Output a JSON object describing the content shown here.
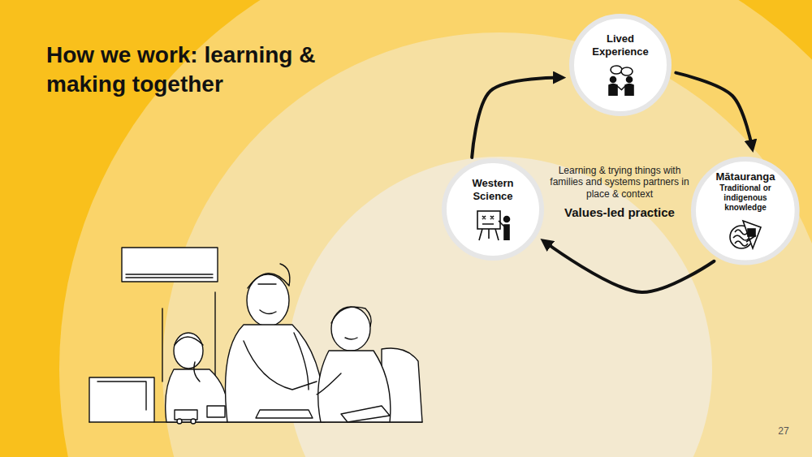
{
  "diagram": {
    "title": "How we work: learning & making together",
    "nodes": [
      {
        "text": [
          "Lived Experience"
        ]
      },
      {
        "text": [
          "Western Science"
        ]
      },
      {
        "text": [
          "Mātauranga",
          "Traditional or indigenous knowledge"
        ]
      }
    ],
    "edges": [
      {
        "from": 1,
        "to": 0,
        "arrow": "to"
      },
      {
        "from": 0,
        "to": 2,
        "arrow": "to"
      },
      {
        "from": 2,
        "to": 1,
        "arrow": "to"
      }
    ],
    "labels": [
      "Learning & trying things with families and systems partners in place & context",
      "Values-led practice",
      "27"
    ]
  }
}
